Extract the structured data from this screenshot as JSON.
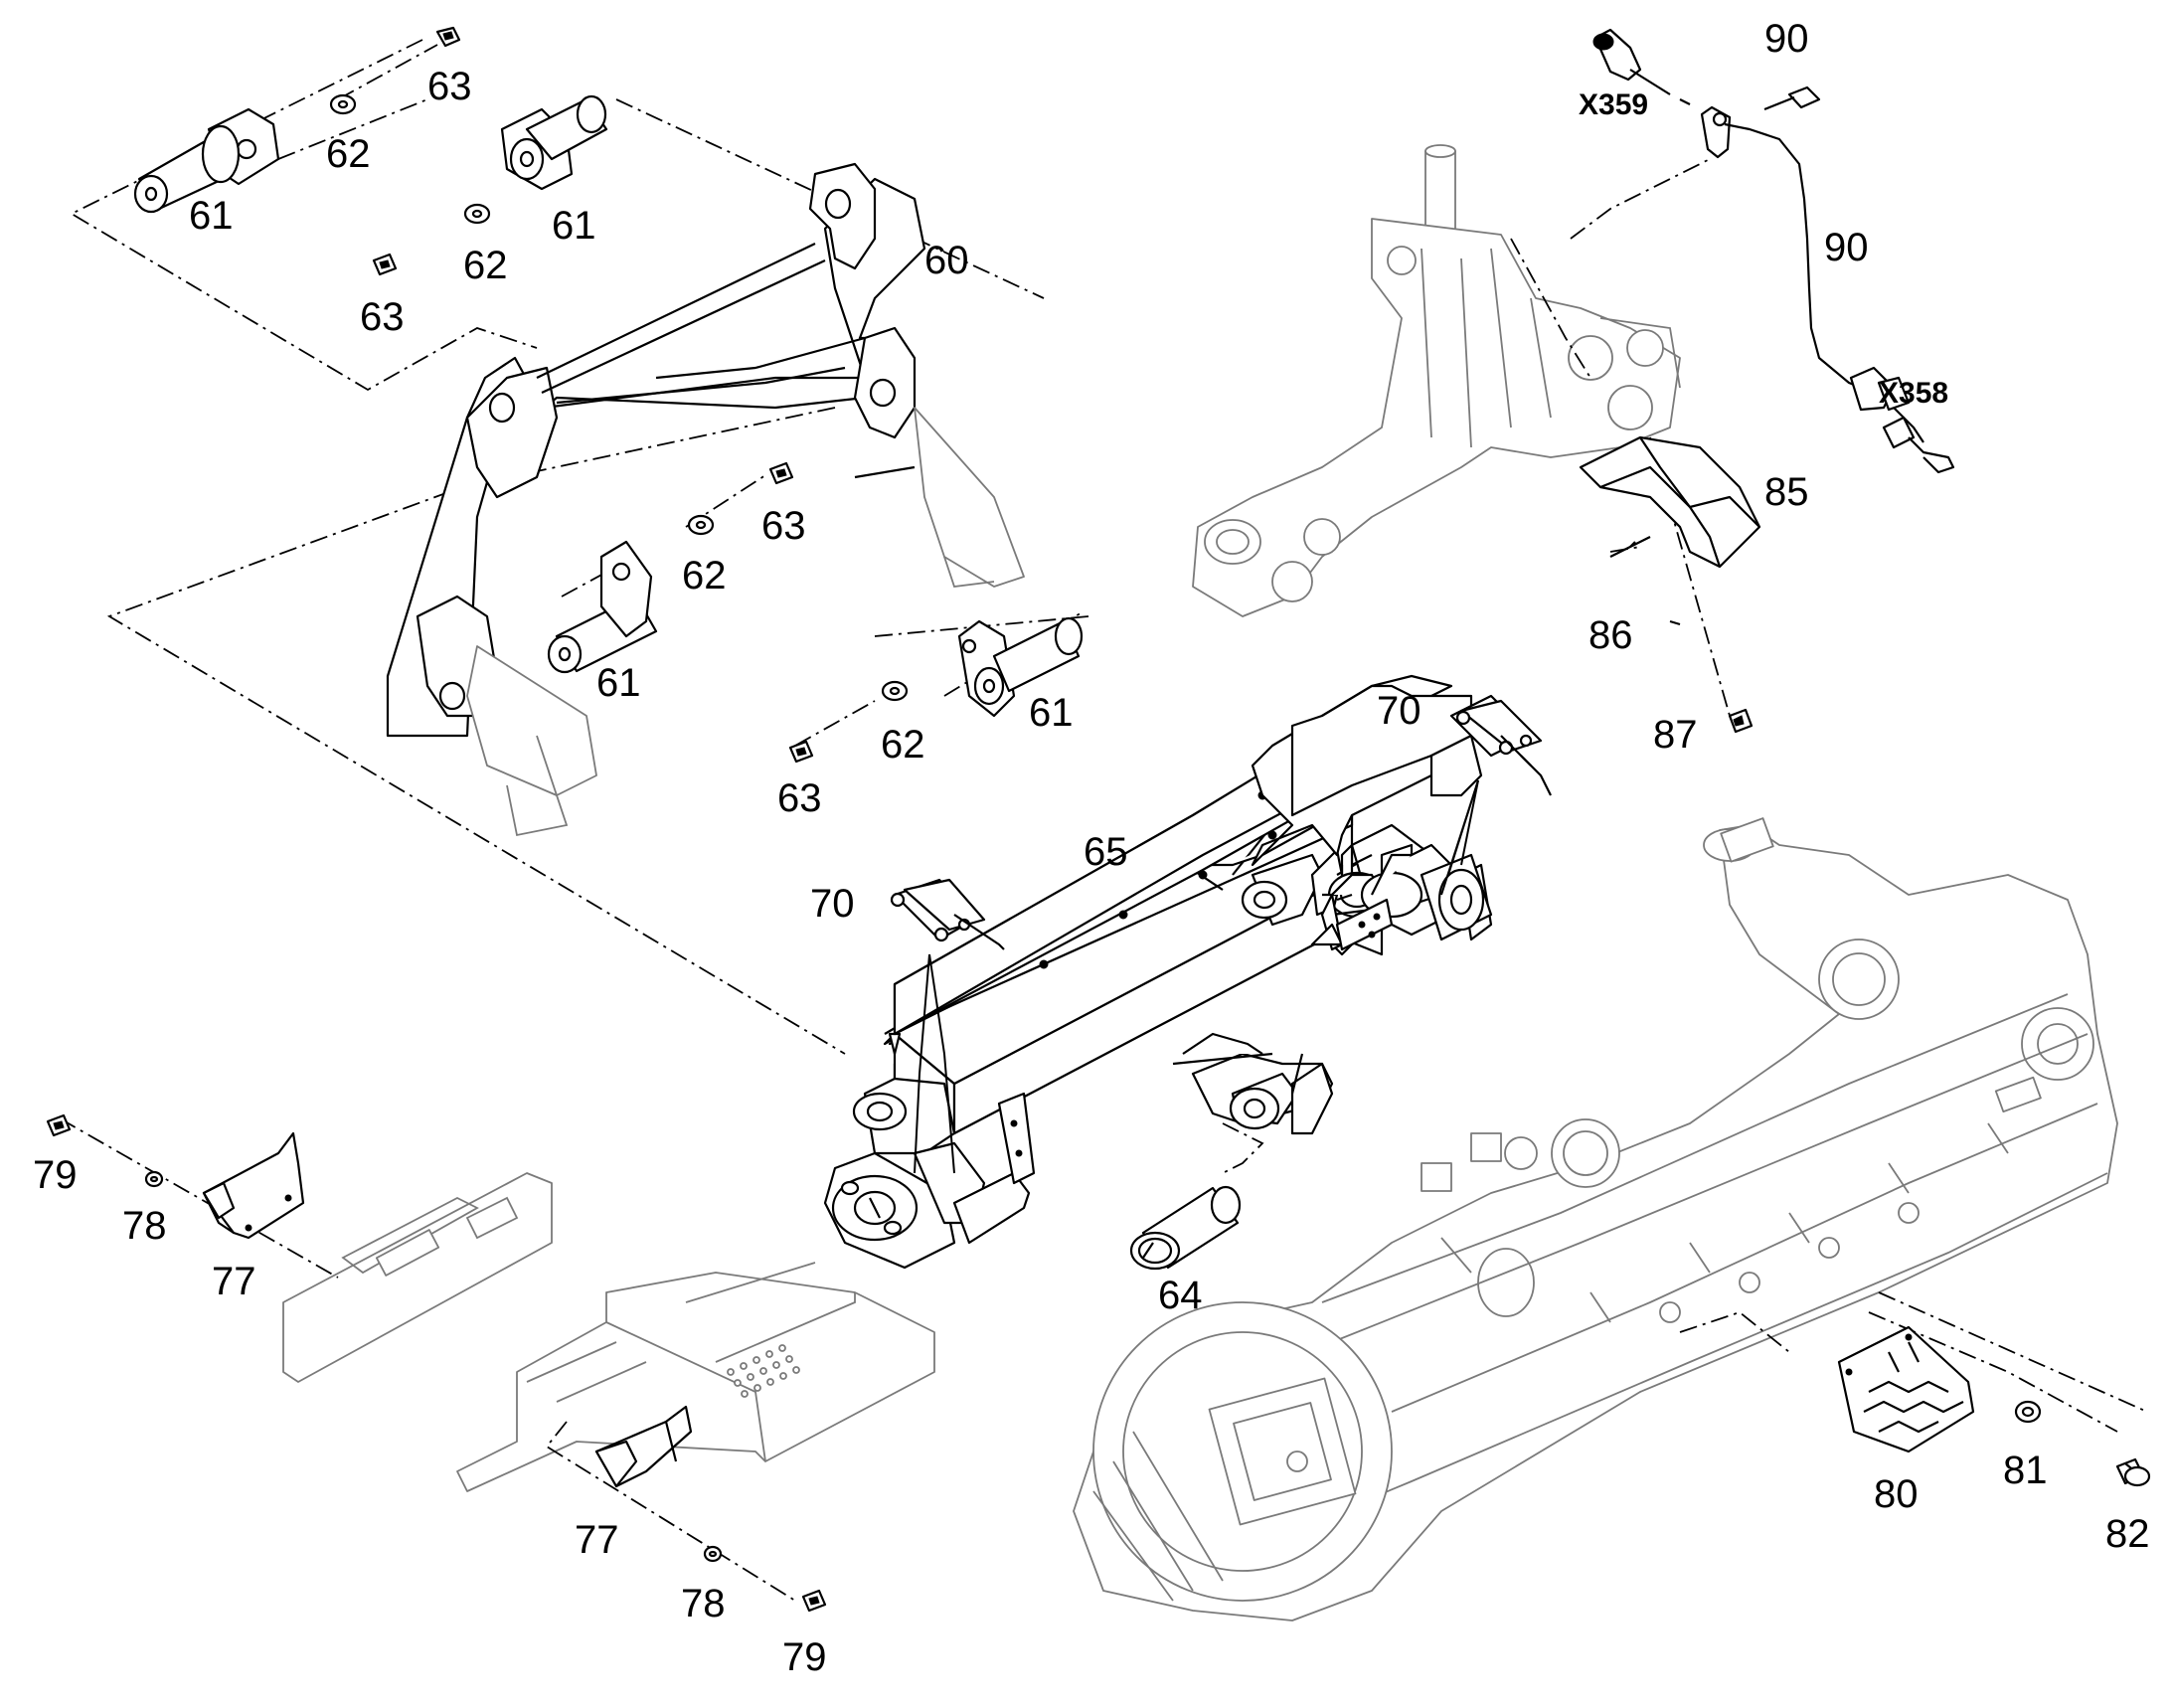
{
  "labels": {
    "l60": "60",
    "l61a": "61",
    "l61b": "61",
    "l61c": "61",
    "l61d": "61",
    "l62a": "62",
    "l62b": "62",
    "l62c": "62",
    "l62d": "62",
    "l63a": "63",
    "l63b": "63",
    "l63c": "63",
    "l63d": "63",
    "l64": "64",
    "l65": "65",
    "l70a": "70",
    "l70b": "70",
    "l77a": "77",
    "l77b": "77",
    "l78a": "78",
    "l78b": "78",
    "l79a": "79",
    "l79b": "79",
    "l80": "80",
    "l81": "81",
    "l82": "82",
    "l85": "85",
    "l86": "86",
    "l87": "87",
    "l90a": "90",
    "l90b": "90"
  },
  "connectors": {
    "x359": "X359",
    "x358": "X358"
  }
}
